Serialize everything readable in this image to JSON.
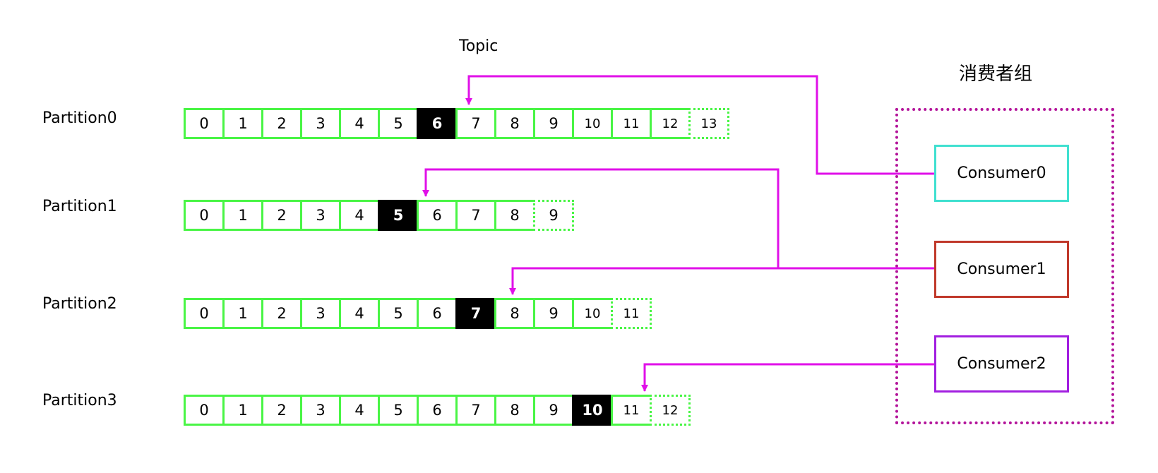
{
  "topic_label": "Topic",
  "group_label": "消费者组",
  "partitions": [
    {
      "label": "Partition0",
      "cells": [
        "0",
        "1",
        "2",
        "3",
        "4",
        "5",
        "6",
        "7",
        "8",
        "9",
        "10",
        "11",
        "12",
        "13"
      ],
      "offset_index": 6
    },
    {
      "label": "Partition1",
      "cells": [
        "0",
        "1",
        "2",
        "3",
        "4",
        "5",
        "6",
        "7",
        "8",
        "9"
      ],
      "offset_index": 5
    },
    {
      "label": "Partition2",
      "cells": [
        "0",
        "1",
        "2",
        "3",
        "4",
        "5",
        "6",
        "7",
        "8",
        "9",
        "10",
        "11"
      ],
      "offset_index": 7
    },
    {
      "label": "Partition3",
      "cells": [
        "0",
        "1",
        "2",
        "3",
        "4",
        "5",
        "6",
        "7",
        "8",
        "9",
        "10",
        "11",
        "12"
      ],
      "offset_index": 10
    }
  ],
  "consumers": [
    {
      "label": "Consumer0"
    },
    {
      "label": "Consumer1"
    },
    {
      "label": "Consumer2"
    }
  ],
  "colors": {
    "cell_border": "#49f545",
    "offset_fill": "#000000",
    "connector": "#e010e8",
    "group_border": "#b3149a",
    "consumer0_border": "#40e0d0",
    "consumer1_border": "#c0392b",
    "consumer2_border": "#a21fe0"
  }
}
